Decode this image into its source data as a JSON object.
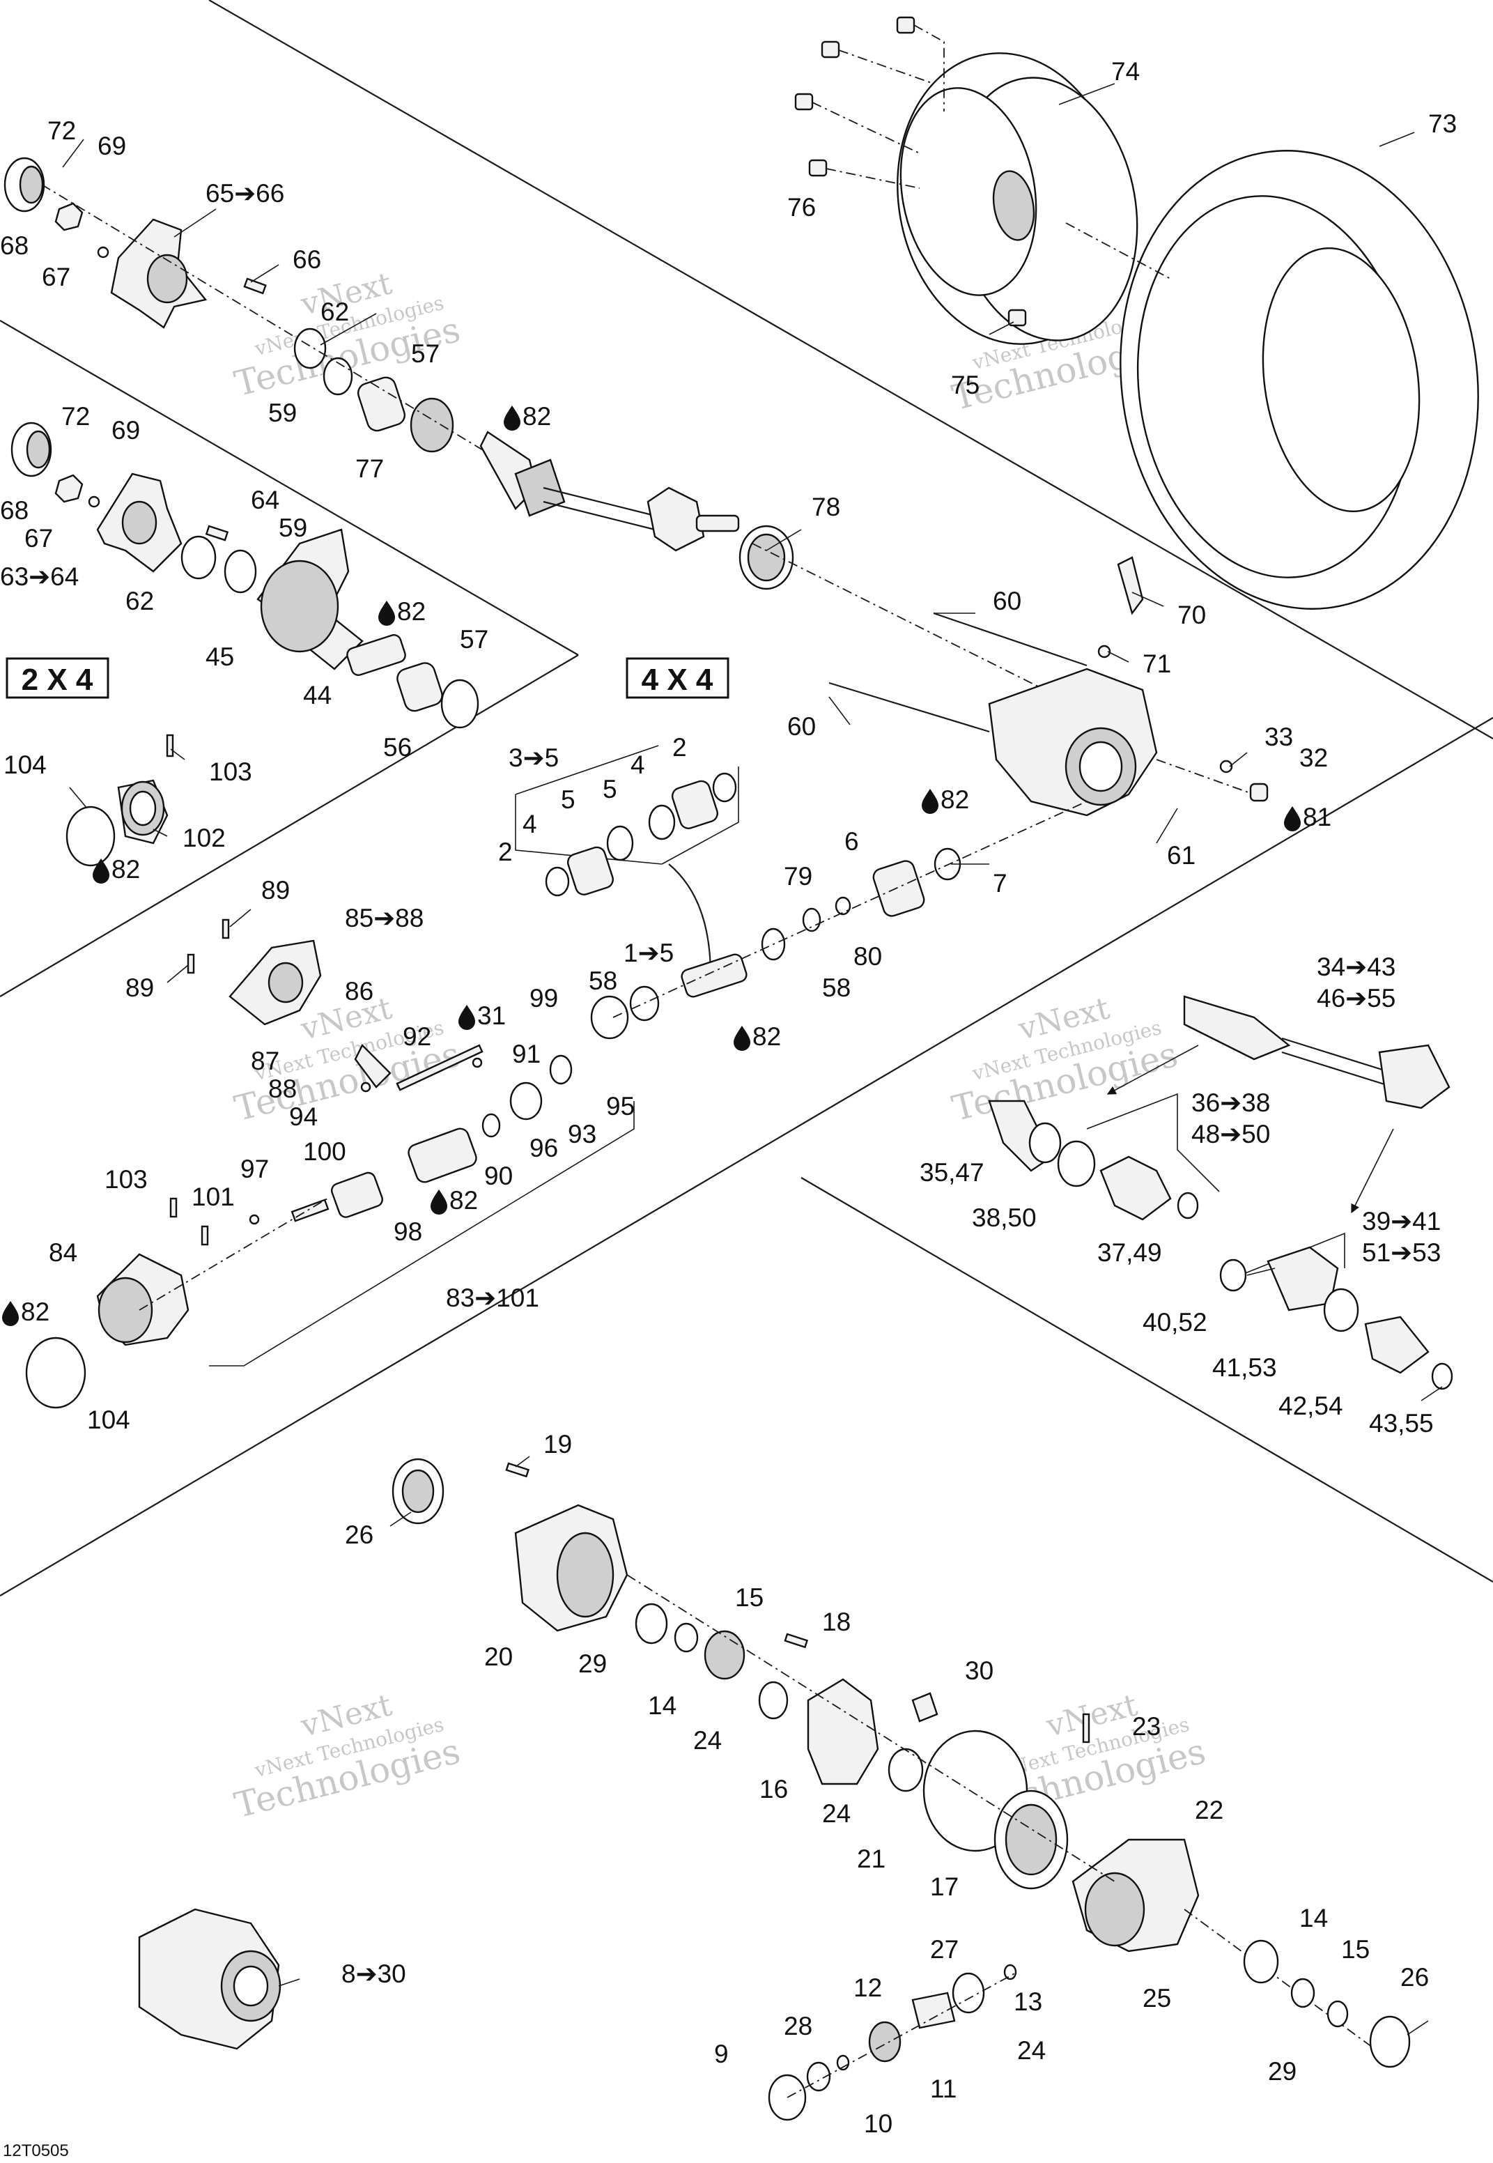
{
  "diagram": {
    "variant_labels": {
      "two_wd": "2 X 4",
      "four_wd": "4 X 4"
    },
    "drawing_code": "12T0505",
    "watermark": {
      "line1": "vNext",
      "line2": "vNext Technologies",
      "line3": "Technologies"
    },
    "oil_symbol": "drop-icon",
    "callouts": {
      "c72a": "72",
      "c69a": "69",
      "c68a": "68",
      "c67a": "67",
      "c65_66": "65➔66",
      "c66": "66",
      "c62a": "62",
      "c57a": "57",
      "c59a": "59",
      "c77": "77",
      "c82a": "82",
      "c74": "74",
      "c73": "73",
      "c76": "76",
      "c75": "75",
      "c72b": "72",
      "c69b": "69",
      "c68b": "68",
      "c67b": "67",
      "c63_64": "63➔64",
      "c64": "64",
      "c59b": "59",
      "c62b": "62",
      "c45": "45",
      "c82b": "82",
      "c57b": "57",
      "c44": "44",
      "c56": "56",
      "c78": "78",
      "c60a": "60",
      "c70": "70",
      "c71": "71",
      "c60b": "60",
      "c33": "33",
      "c32": "32",
      "c81": "81",
      "c82c": "82",
      "c61": "61",
      "c6": "6",
      "c7": "7",
      "c3_5": "3➔5",
      "c2a": "2",
      "c4a": "4",
      "c5a": "5",
      "c5b": "5",
      "c4b": "4",
      "c2b": "2",
      "c104a": "104",
      "c103a": "103",
      "c102": "102",
      "c82d": "82",
      "c89a": "89",
      "c85_88": "85➔88",
      "c89b": "89",
      "c86": "86",
      "c87": "87",
      "c88": "88",
      "c92": "92",
      "c31": "31",
      "c91": "91",
      "c94": "94",
      "c100": "100",
      "c99": "99",
      "c58a": "58",
      "c1_5": "1➔5",
      "c79": "79",
      "c80": "80",
      "c58b": "58",
      "c82e": "82",
      "c95": "95",
      "c93": "93",
      "c96": "96",
      "c90": "90",
      "c82f": "82",
      "c98": "98",
      "c103b": "103",
      "c101": "101",
      "c97": "97",
      "c84": "84",
      "c82g": "82",
      "c104b": "104",
      "c83_101": "83➔101",
      "c34_43": "34➔43",
      "c46_55": "46➔55",
      "c36_38": "36➔38",
      "c48_50": "48➔50",
      "c35_47": "35,47",
      "c38_50": "38,50",
      "c37_49": "37,49",
      "c39_41": "39➔41",
      "c51_53": "51➔53",
      "c40_52": "40,52",
      "c41_53": "41,53",
      "c42_54": "42,54",
      "c43_55": "43,55",
      "c19": "19",
      "c26a": "26",
      "c15a": "15",
      "c18": "18",
      "c20": "20",
      "c29a": "29",
      "c14a": "14",
      "c30": "30",
      "c24a": "24",
      "c23": "23",
      "c16": "16",
      "c24b": "24",
      "c22": "22",
      "c21": "21",
      "c17": "17",
      "c8_30": "8➔30",
      "c14b": "14",
      "c15b": "15",
      "c27": "27",
      "c12": "12",
      "c13": "13",
      "c25": "25",
      "c26b": "26",
      "c28": "28",
      "c9": "9",
      "c24c": "24",
      "c11": "11",
      "c10": "10",
      "c29b": "29"
    }
  }
}
